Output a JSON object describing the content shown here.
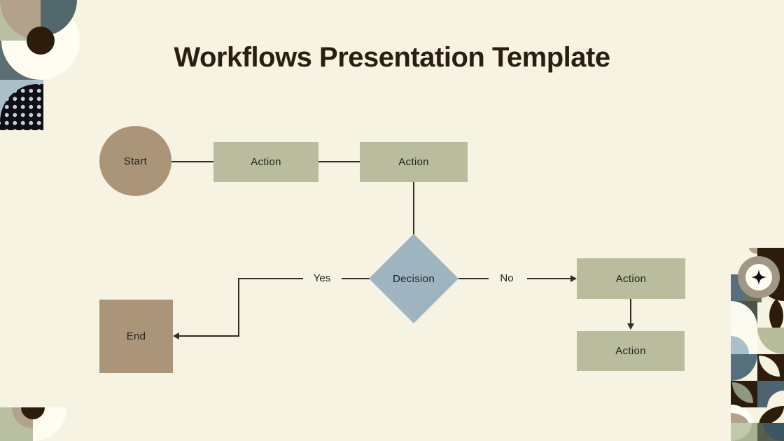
{
  "slide": {
    "title": "Workflows Presentation Template"
  },
  "flowchart": {
    "nodes": [
      {
        "id": "start",
        "shape": "circle",
        "label": "Start"
      },
      {
        "id": "action-1",
        "shape": "rect",
        "label": "Action"
      },
      {
        "id": "action-2",
        "shape": "rect",
        "label": "Action"
      },
      {
        "id": "decision",
        "shape": "diamond",
        "label": "Decision"
      },
      {
        "id": "end",
        "shape": "rect",
        "label": "End"
      },
      {
        "id": "action-3",
        "shape": "rect",
        "label": "Action"
      },
      {
        "id": "action-4",
        "shape": "rect",
        "label": "Action"
      }
    ],
    "edge_labels": {
      "yes": "Yes",
      "no": "No"
    }
  },
  "palette": {
    "background": "#f6f3e2",
    "title_ink": "#2b1e11",
    "connector": "#332d22",
    "node_action": "#b9bd9e",
    "node_start_end": "#ab9579",
    "node_decision": "#9fb4c1",
    "deco_sage": "#b9c0a2",
    "deco_tan": "#b2a28b",
    "deco_slate": "#57707d",
    "deco_brown": "#2d1b0c",
    "deco_lightblue": "#a9bfca",
    "deco_white": "#fffdf2",
    "deco_black": "#0e0e14"
  }
}
